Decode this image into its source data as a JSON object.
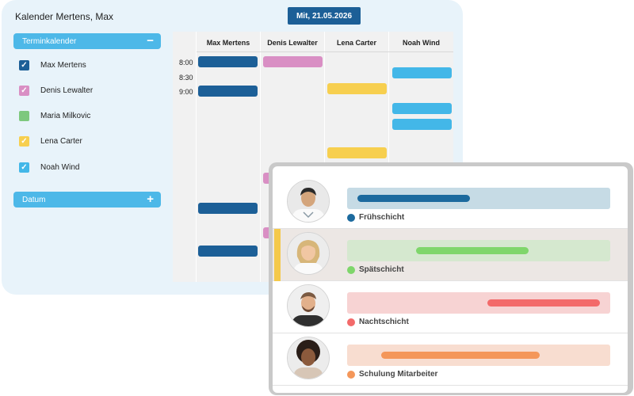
{
  "window": {
    "title": "Kalender Mertens, Max",
    "date_button": "Mit, 21.05.2026"
  },
  "sidebar": {
    "section_calendars": {
      "label": "Terminkalender",
      "icon": "minus-icon"
    },
    "calendars": [
      {
        "name": "Max Mertens",
        "color": "#1c5f97",
        "checked": true
      },
      {
        "name": "Denis Lewalter",
        "color": "#d98fc4",
        "checked": true
      },
      {
        "name": "Maria Milkovic",
        "color": "#7dc87d",
        "checked": false
      },
      {
        "name": "Lena Carter",
        "color": "#f7cf4f",
        "checked": true
      },
      {
        "name": "Noah Wind",
        "color": "#43b7e8",
        "checked": true
      }
    ],
    "section_date": {
      "label": "Datum",
      "icon": "plus-icon"
    }
  },
  "grid": {
    "columns": [
      "Max Mertens",
      "Denis Lewalter",
      "Lena Carter",
      "Noah Wind"
    ],
    "times": [
      "8:00",
      "8:30",
      "9:00"
    ]
  },
  "shifts": [
    {
      "label": "Frühschicht",
      "color": "#1c6a9e",
      "track": "#c6dbe5"
    },
    {
      "label": "Spätschicht",
      "color": "#7fd66b",
      "track": "#d5e8cf"
    },
    {
      "label": "Nachtschicht",
      "color": "#f36a6a",
      "track": "#f7d3d3"
    },
    {
      "label": "Schulung Mitarbeiter",
      "color": "#f4975a",
      "track": "#f8ddd0"
    }
  ]
}
